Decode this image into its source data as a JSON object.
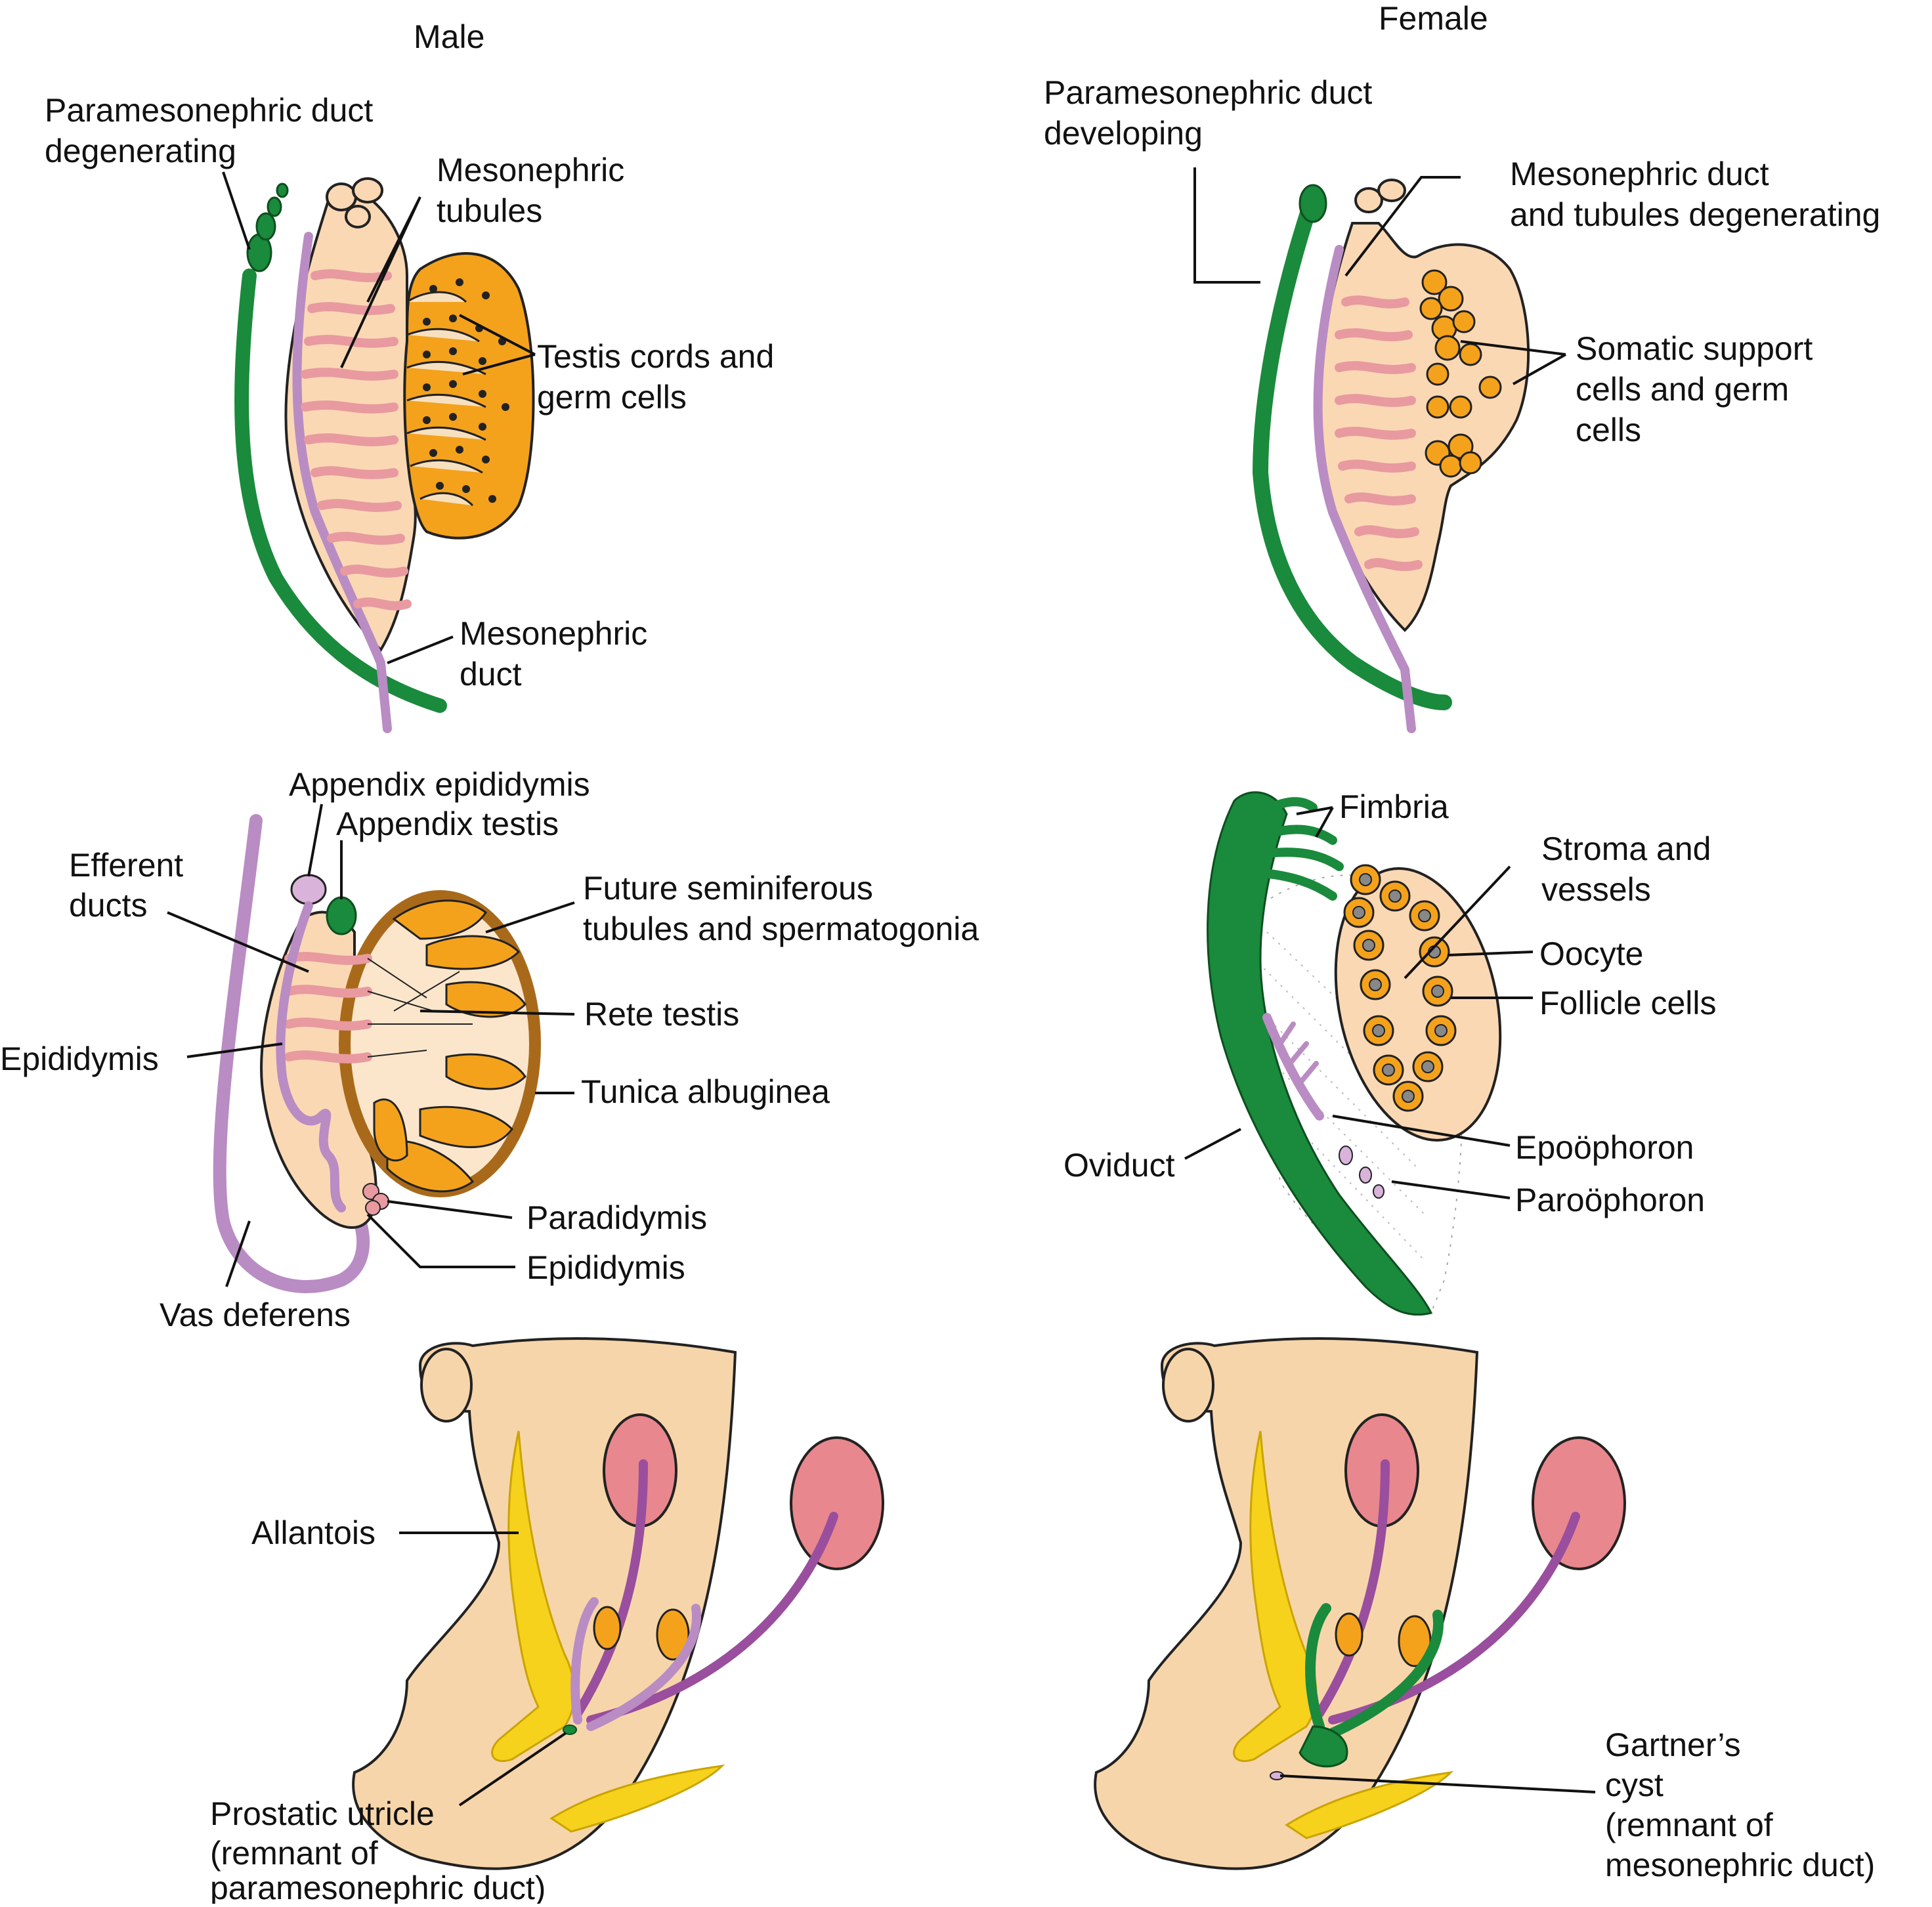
{
  "headers": {
    "male": "Male",
    "female": "Female"
  },
  "male_top": {
    "paramesonephric_degenerating_1": "Paramesonephric duct",
    "paramesonephric_degenerating_2": "degenerating",
    "mesonephric_tubules_1": "Mesonephric",
    "mesonephric_tubules_2": "tubules",
    "testis_cords_1": "Testis cords and",
    "testis_cords_2": "germ cells",
    "mesonephric_duct_1": "Mesonephric",
    "mesonephric_duct_2": "duct"
  },
  "female_top": {
    "paramesonephric_developing_1": "Paramesonephric duct",
    "paramesonephric_developing_2": "developing",
    "mesonephric_degenerating_1": "Mesonephric duct",
    "mesonephric_degenerating_2": "and tubules degenerating",
    "somatic_1": "Somatic support",
    "somatic_2": "cells and germ",
    "somatic_3": "cells"
  },
  "male_mid": {
    "appendix_epididymis": "Appendix epididymis",
    "appendix_testis": "Appendix testis",
    "efferent_1": "Efferent",
    "efferent_2": "ducts",
    "future_1": "Future seminiferous",
    "future_2": "tubules and spermatogonia",
    "rete_testis": "Rete testis",
    "epididymis_left": "Epididymis",
    "tunica": "Tunica albuginea",
    "paradidymis": "Paradidymis",
    "epididymis_bottom": "Epididymis",
    "vas_deferens": "Vas deferens"
  },
  "female_mid": {
    "fimbria": "Fimbria",
    "stroma_1": "Stroma and",
    "stroma_2": "vessels",
    "oocyte": "Oocyte",
    "follicle": "Follicle cells",
    "oviduct": "Oviduct",
    "epoophoron": "Epoöphoron",
    "paroophoron": "Paroöphoron"
  },
  "male_bottom": {
    "allantois": "Allantois",
    "prostatic_1": "Prostatic utricle",
    "prostatic_2": "(remnant of",
    "prostatic_3": "paramesonephric duct)"
  },
  "female_bottom": {
    "gartner_1": "Gartner’s",
    "gartner_2": "cyst",
    "gartner_3": "(remnant of",
    "gartner_4": "mesonephric duct)"
  },
  "colors": {
    "paramesonephric": "#1a8a3c",
    "mesonephric": "#b98cc4",
    "gonad": "#f4a21c",
    "tissue": "#fad8b4",
    "tubules": "#e89aa0",
    "allantois": "#f7d21c"
  }
}
